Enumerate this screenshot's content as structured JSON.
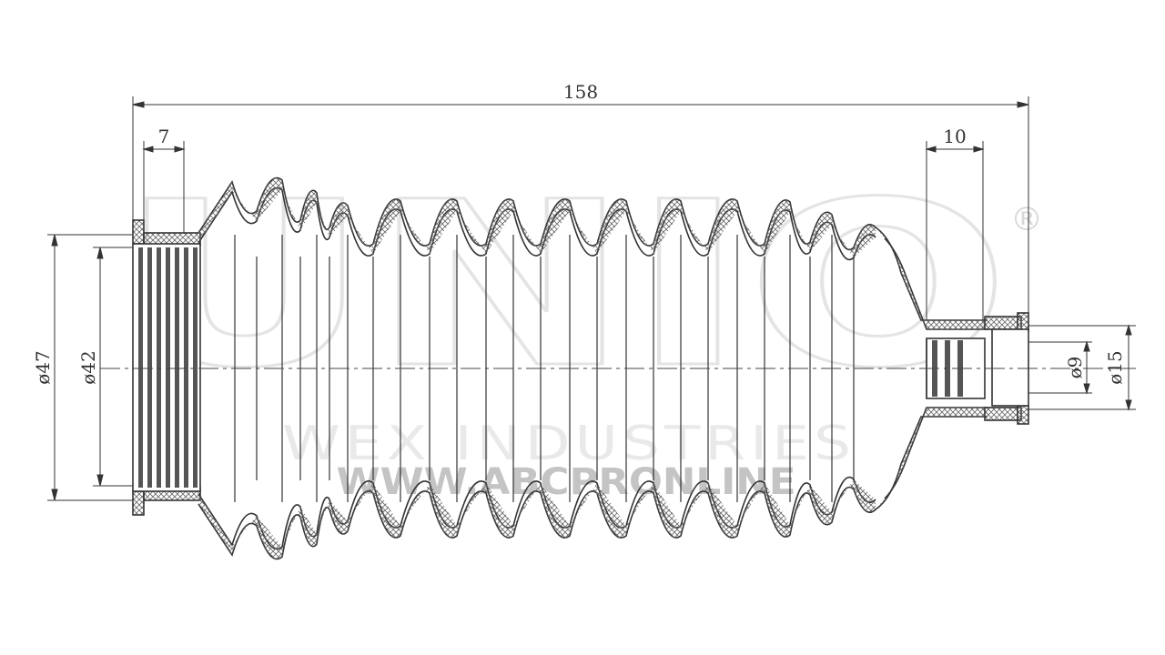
{
  "watermark": {
    "brand": "UNIO",
    "registered": "®",
    "company": "WEX INDUSTRIES",
    "website": "WWW.ABCPRONLINE"
  },
  "dimensions": {
    "overall_length": "158",
    "left_collar_length": "7",
    "right_collar_length": "10",
    "outer_diameter_large": "ø47",
    "inner_diameter_large": "ø42",
    "inner_diameter_small": "ø9",
    "outer_diameter_small": "ø15"
  },
  "colors": {
    "line": "#333333",
    "hatch": "#555555",
    "watermark": "#e4e4e4"
  }
}
